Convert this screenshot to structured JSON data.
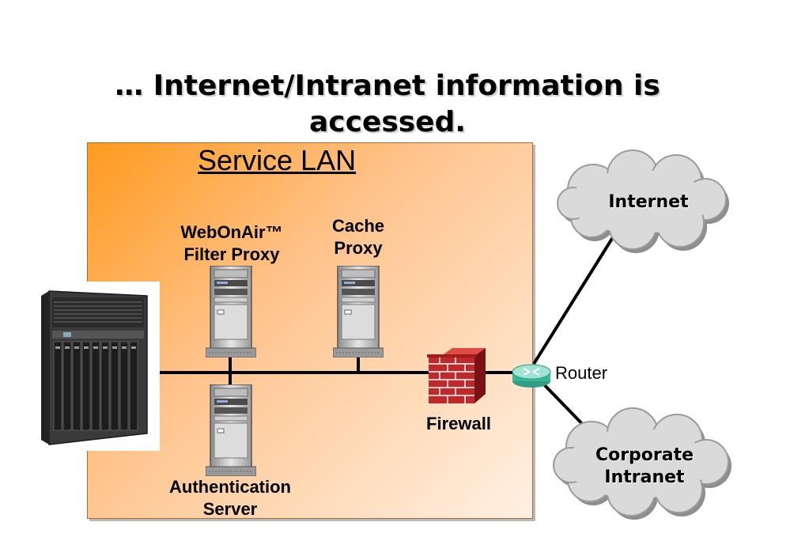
{
  "title": {
    "line1": "… Internet/Intranet information is",
    "line2": "accessed."
  },
  "lan": {
    "title": "Service LAN"
  },
  "nodes": {
    "webonair": {
      "line1": "WebOnAir™",
      "line2": "Filter Proxy"
    },
    "cache": {
      "line1": "Cache",
      "line2": "Proxy"
    },
    "auth": {
      "line1": "Authentication",
      "line2": "Server"
    },
    "firewall": {
      "label": "Firewall"
    },
    "router": {
      "label": "Router"
    },
    "internet": {
      "label": "Internet"
    },
    "intranet": {
      "line1": "Corporate",
      "line2": "Intranet"
    }
  },
  "colors": {
    "lan_gradient_start": "#ff9a1e",
    "lan_gradient_end": "#fff1e4",
    "cloud": "#d8d8d8",
    "brick": "#c0282a",
    "router": "#47c9a9"
  },
  "icons": {
    "rack": "server-rack-icon",
    "tower": "server-tower-icon",
    "firewall": "brick-wall-icon",
    "router": "router-icon",
    "cloud": "cloud-icon"
  }
}
